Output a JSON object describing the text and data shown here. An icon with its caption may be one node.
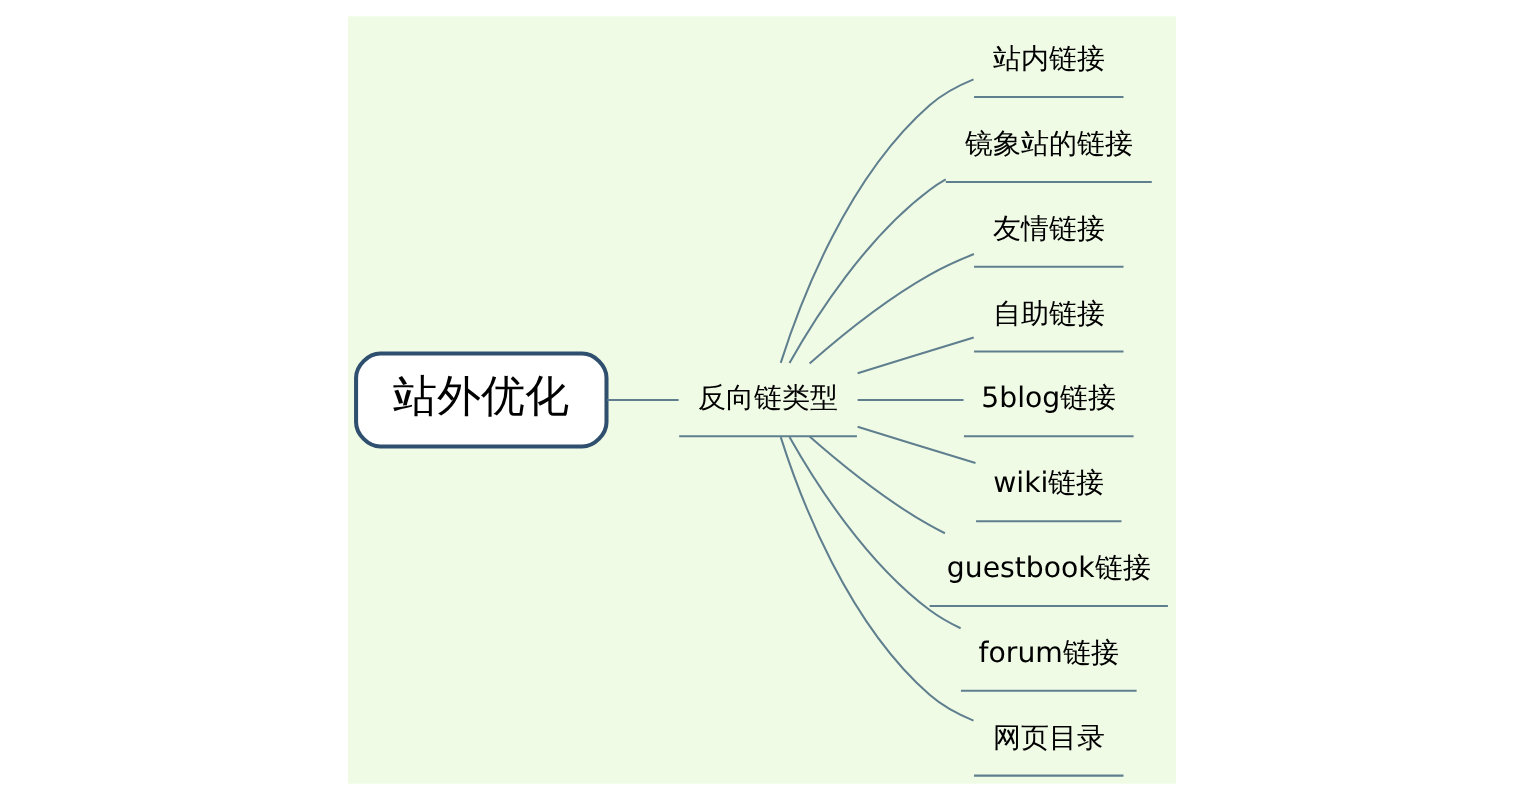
{
  "diagram": {
    "nodes": [
      {
        "text": [
          "站外优化"
        ]
      },
      {
        "text": [
          "反向链类型"
        ]
      },
      {
        "text": [
          "站内链接"
        ]
      },
      {
        "text": [
          "镜象站的链接"
        ]
      },
      {
        "text": [
          "友情链接"
        ]
      },
      {
        "text": [
          "自助链接"
        ]
      },
      {
        "text": [
          "5blog链接"
        ]
      },
      {
        "text": [
          "wiki链接"
        ]
      },
      {
        "text": [
          "guestbook链接"
        ]
      },
      {
        "text": [
          "forum链接"
        ]
      },
      {
        "text": [
          "网页目录"
        ]
      }
    ],
    "edges": [
      {
        "from": 0,
        "to": 1,
        "arrow": "none"
      },
      {
        "from": 1,
        "to": 2,
        "arrow": "none"
      },
      {
        "from": 1,
        "to": 3,
        "arrow": "none"
      },
      {
        "from": 1,
        "to": 4,
        "arrow": "none"
      },
      {
        "from": 1,
        "to": 5,
        "arrow": "none"
      },
      {
        "from": 1,
        "to": 6,
        "arrow": "none"
      },
      {
        "from": 1,
        "to": 7,
        "arrow": "none"
      },
      {
        "from": 1,
        "to": 8,
        "arrow": "none"
      },
      {
        "from": 1,
        "to": 9,
        "arrow": "none"
      },
      {
        "from": 1,
        "to": 10,
        "arrow": "none"
      }
    ]
  }
}
